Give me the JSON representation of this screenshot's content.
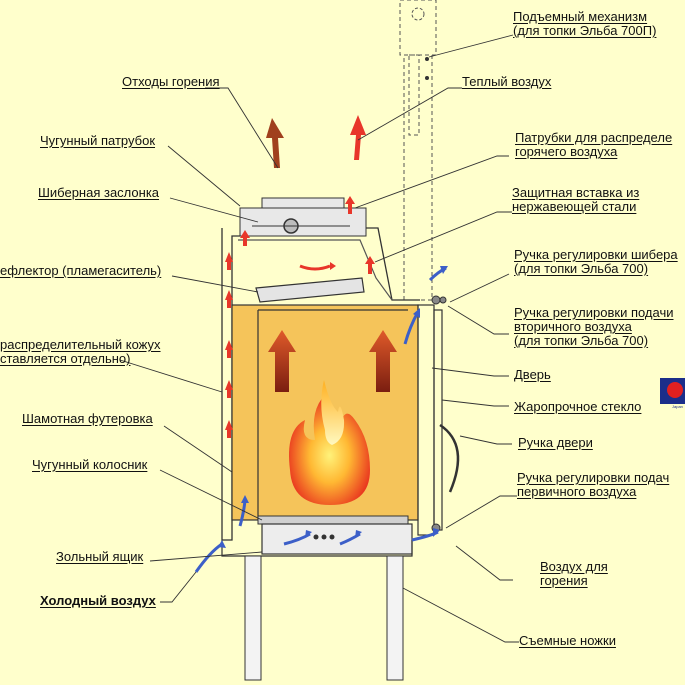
{
  "labels": {
    "lifting": [
      "Подъемный механизм",
      "(для топки Эльба 700П)"
    ],
    "waste": [
      "Отходы горения"
    ],
    "warm_air": [
      "Теплый воздух"
    ],
    "cast_pipe": [
      "Чугунный патрубок"
    ],
    "distribution_pipes": [
      "Патрубки для распределе",
      "горячего воздуха"
    ],
    "damper": [
      "Шиберная заслонка"
    ],
    "steel_insert": [
      "Защитная вставка из",
      "нержавеющей стали"
    ],
    "deflector": [
      "ефлектор (пламегаситель)"
    ],
    "damper_handle": [
      "Ручка регулировки шибера",
      "(для топки Эльба 700)"
    ],
    "secondary_handle": [
      "Ручка регулировки подачи",
      "вторичного воздуха",
      "(для топки Эльба 700)"
    ],
    "casing": [
      "распределительный кожух",
      "ставляется отдельно)"
    ],
    "door": [
      "Дверь"
    ],
    "glass": [
      "Жаропрочное стекло"
    ],
    "fireclay": [
      "Шамотная футеровка"
    ],
    "door_handle": [
      "Ручка двери"
    ],
    "grate": [
      "Чугунный колосник"
    ],
    "primary_handle": [
      "Ручка регулировки подач",
      "первичного воздуха"
    ],
    "ash_box": [
      "Зольный ящик"
    ],
    "combustion_air": [
      "Воздух для",
      "горения"
    ],
    "cold_air": [
      "Холодный воздух"
    ],
    "legs": [
      "Съемные ножки"
    ]
  },
  "logo": {
    "text": "Japan"
  },
  "colors": {
    "background": "#FFFFCC",
    "chamber": "#F5C45A",
    "hot_arrow": "#E8362A",
    "smoke_arrow": "#B8482C",
    "cold_arrow": "#3C5FC8",
    "flame_outer": "#E8301E",
    "flame_inner": "#FFE24A",
    "metal": "#E4E4E4"
  }
}
